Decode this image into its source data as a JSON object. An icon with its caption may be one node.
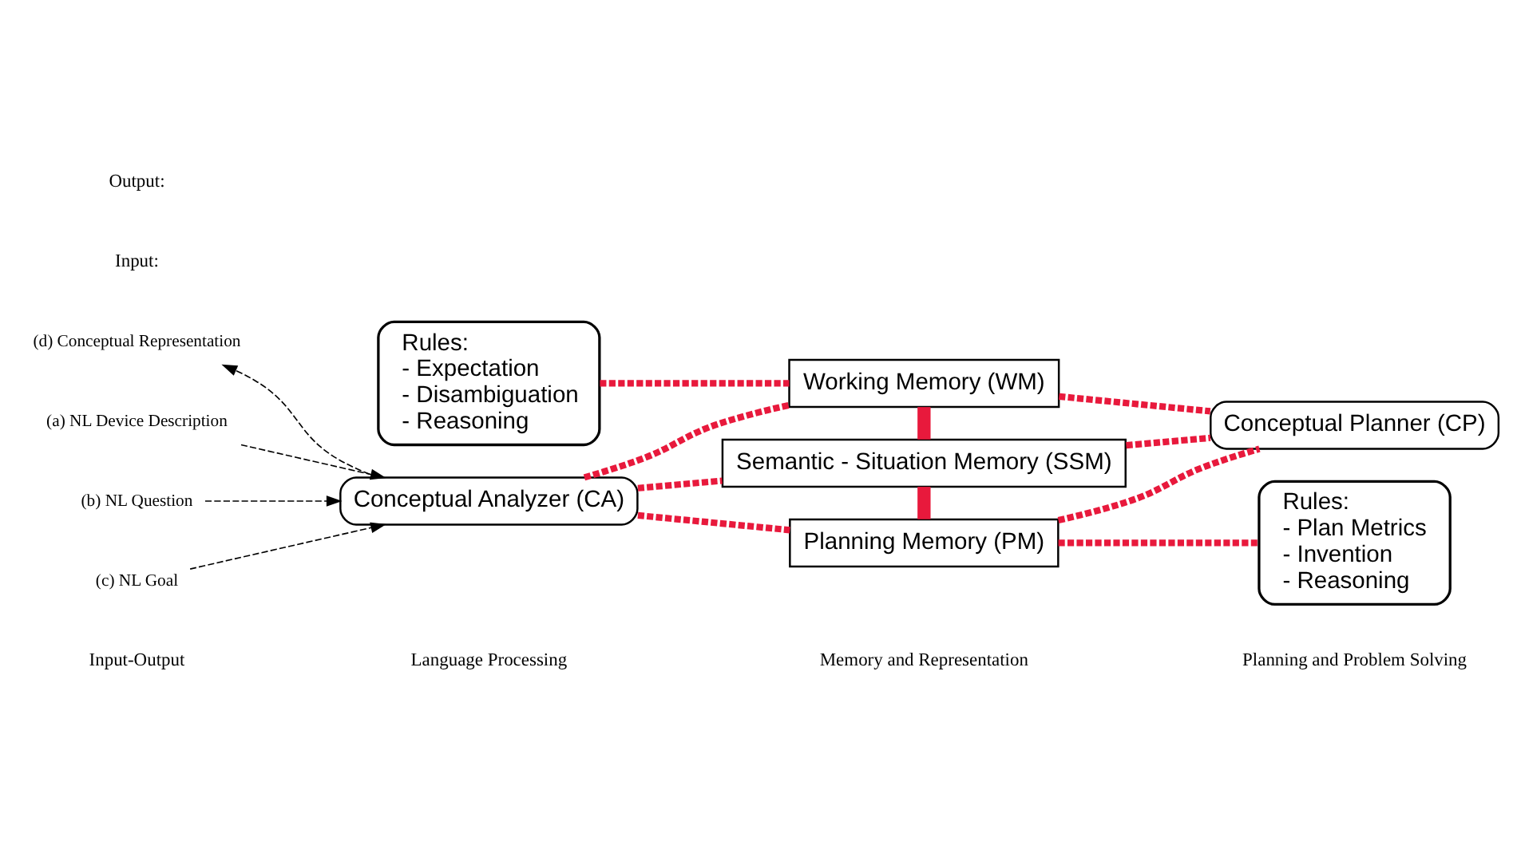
{
  "diagram": {
    "nodes": [
      {
        "text": [
          "Rules:",
          "- Expectation",
          "- Disambiguation",
          "- Reasoning"
        ]
      },
      {
        "text": [
          "Working Memory (WM)"
        ]
      },
      {
        "text": [
          "Conceptual Analyzer (CA)"
        ]
      },
      {
        "text": [
          "Semantic - Situation Memory (SSM)"
        ]
      },
      {
        "text": [
          "Conceptual Planner (CP)"
        ]
      },
      {
        "text": [
          "Planning Memory (PM)"
        ]
      },
      {
        "text": [
          "Rules:",
          "- Plan Metrics",
          "- Invention",
          "- Reasoning"
        ]
      },
      {
        "text": [
          "(a) NL Device Description"
        ]
      },
      {
        "text": [
          "(b) NL Question"
        ]
      },
      {
        "text": [
          "(c) NL Goal"
        ]
      },
      {
        "text": [
          "(d) Conceptual Representation"
        ]
      }
    ],
    "edges": [
      {
        "from": 0,
        "to": 1,
        "arrow": "none",
        "style": "dashed"
      },
      {
        "from": 1,
        "to": 3,
        "arrow": "none",
        "style": "thick"
      },
      {
        "from": 2,
        "to": 1,
        "arrow": "none",
        "style": "dashed"
      },
      {
        "from": 1,
        "to": 4,
        "arrow": "none",
        "style": "dashed"
      },
      {
        "from": 2,
        "to": 3,
        "arrow": "none",
        "style": "dashed"
      },
      {
        "from": 3,
        "to": 4,
        "arrow": "none",
        "style": "dashed"
      },
      {
        "from": 3,
        "to": 5,
        "arrow": "none",
        "style": "thick"
      },
      {
        "from": 2,
        "to": 5,
        "arrow": "none",
        "style": "dashed"
      },
      {
        "from": 5,
        "to": 4,
        "arrow": "none",
        "style": "dashed"
      },
      {
        "from": 5,
        "to": 6,
        "arrow": "none",
        "style": "dashed"
      },
      {
        "from": 7,
        "to": 2,
        "arrow": "to",
        "style": "dashed",
        "color": "#000000"
      },
      {
        "from": 8,
        "to": 2,
        "arrow": "to",
        "style": "dashed",
        "color": "#000000"
      },
      {
        "from": 9,
        "to": 2,
        "arrow": "to",
        "style": "dashed",
        "color": "#000000"
      },
      {
        "from": 2,
        "to": 10,
        "arrow": "to",
        "style": "dashed",
        "color": "#000000"
      }
    ],
    "labels": [
      "Input-Output",
      "Language Processing",
      "Memory and Representation",
      "Planning and Problem Solving",
      "Input:",
      "Output:"
    ]
  }
}
